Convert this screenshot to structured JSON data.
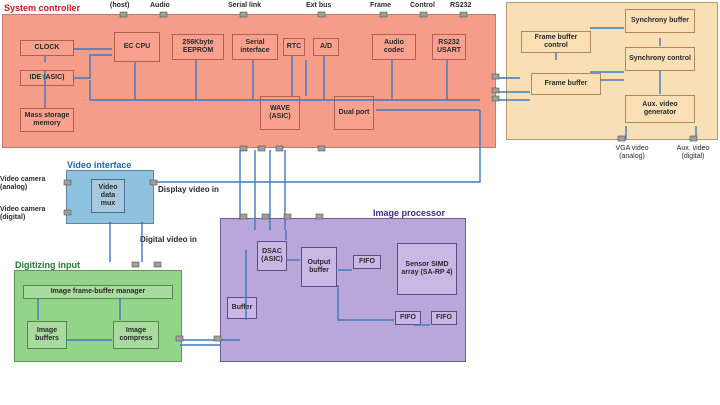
{
  "colors": {
    "system_bg": "#f59d88",
    "system_border": "#c77a68",
    "system_title": "#d11a1a",
    "frame_bg": "#f8dfb5",
    "video_if_bg": "#8fc2de",
    "image_proc_bg": "#b9a7da",
    "digitizing_bg": "#93d48a",
    "wire": "#3f78c0",
    "title_blue": "#1a63b5",
    "title_purple": "#3a2f8c",
    "title_green": "#1f7a2d"
  },
  "system_controller": {
    "title": "System controller",
    "blocks": {
      "clock": "CLOCK",
      "ec_cpu": "EC CPU",
      "eeprom": "256Kbyte EEPROM",
      "serial_interface": "Serial interface",
      "rtc": "RTC",
      "adc": "A/D",
      "audio": "Audio codec",
      "rs232": "RS232 USART",
      "ide": "IDE (ASIC)",
      "mass_memory": "Mass storage memory",
      "wave_asic": "WAVE (ASIC)",
      "dual_port": "Dual port"
    },
    "top_labels": [
      "(host)",
      "Audio",
      "Serial link",
      "Ext bus",
      "Frame",
      "Control",
      "RS232"
    ]
  },
  "frame_panel": {
    "blocks": {
      "fb_control": "Frame buffer control",
      "sync_buffer": "Synchrony buffer",
      "sync_control": "Synchrony control",
      "frame_buffer": "Frame buffer",
      "video_gen": "Aux. video generator"
    },
    "outputs": [
      "VGA video (analog)",
      "Aux. video (digital)"
    ]
  },
  "video_interface": {
    "title": "Video interface",
    "block": "Video data mux",
    "inputs": [
      "Video camera (analog)",
      "Video camera (digital)"
    ],
    "display_label": "Display video in",
    "digital_label": "Digital video in"
  },
  "image_processor": {
    "title": "Image processor",
    "blocks": {
      "decoder": "DSAC (ASIC)",
      "output_buffer": "Output buffer",
      "fifo_top": "FIFO",
      "sensor_array": "Sensor SIMD array (SA-RP 4)",
      "buffer": "Buffer",
      "fifo_a": "FIFO",
      "fifo_b": "FIFO"
    }
  },
  "digitizing": {
    "title": "Digitizing input",
    "blocks": {
      "header": "Image frame-buffer manager",
      "image_buffers": "Image buffers",
      "compress": "Image compress"
    }
  }
}
